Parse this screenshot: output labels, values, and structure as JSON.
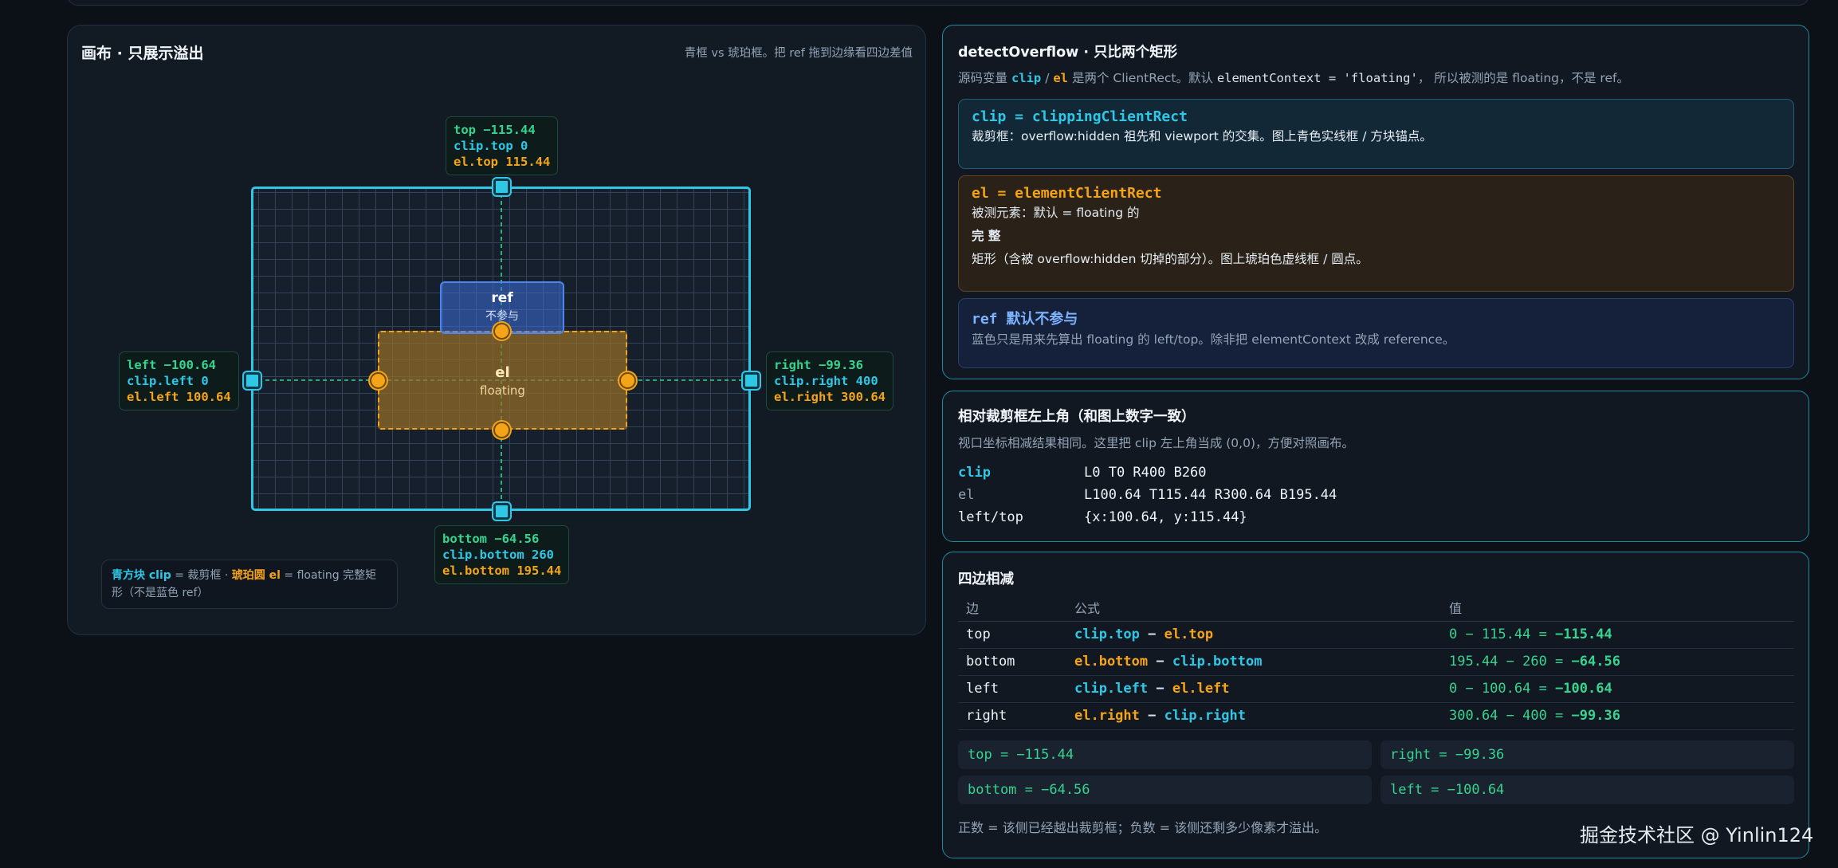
{
  "canvas": {
    "title": "画布 · 只展示溢出",
    "hint": "青框 vs 琥珀框。把 ref 拖到边缘看四边差值",
    "ref_label": "ref",
    "ref_sub": "不参与",
    "el_label": "el",
    "el_sub": "floating",
    "tags": {
      "top": [
        "top −115.44",
        "clip.top 0",
        "el.top 115.44"
      ],
      "left": [
        "left −100.64",
        "clip.left 0",
        "el.left 100.64"
      ],
      "right": [
        "right −99.36",
        "clip.right 400",
        "el.right 300.64"
      ],
      "bottom": [
        "bottom −64.56",
        "clip.bottom 260",
        "el.bottom 195.44"
      ]
    },
    "legend": {
      "cyan_label": "青方块 clip",
      "mid": " = 裁剪框 · ",
      "amber_label": "琥珀圆 el",
      "tail": " = floating 完整矩形（不是蓝色 ref）"
    }
  },
  "card1": {
    "title": "detectOverflow · 只比两个矩形",
    "sub_pre": "源码变量 ",
    "sub_clip": "clip",
    "sub_slash": " / ",
    "sub_el": "el",
    "sub_mid": " 是两个 ClientRect。默认 ",
    "sub_code": "elementContext = 'floating'",
    "sub_tail": "， 所以被测的是 floating，不是 ref。",
    "notes": [
      {
        "title": "clip = clippingClientRect",
        "lines": [
          "裁剪框：overflow:hidden 祖先和 viewport 的交集。图上青色实线框 / 方块锚点。"
        ]
      },
      {
        "title": "el = elementClientRect",
        "lines": [
          "被测元素：默认 = floating 的",
          "完 整",
          "矩形（含被 overflow:hidden 切掉的部分）。图上琥珀色虚线框 / 圆点。"
        ]
      },
      {
        "title": "ref 默认不参与",
        "lines": [
          "蓝色只是用来先算出 floating 的 left/top。除非把 elementContext 改成 reference。"
        ]
      }
    ]
  },
  "card2": {
    "title": "相对裁剪框左上角（和图上数字一致）",
    "sub": "视口坐标相减结果相同。这里把 clip 左上角当成 (0,0)，方便对照画布。",
    "rows": [
      {
        "k": "clip",
        "v": "L0 T0 R400 B260"
      },
      {
        "k": "el",
        "v": "L100.64 T115.44 R300.64 B195.44"
      },
      {
        "k": "left/top",
        "v": "{x:100.64, y:115.44}"
      }
    ]
  },
  "card3": {
    "title": "四边相减",
    "headers": [
      "边",
      "公式",
      "值"
    ],
    "rows": [
      {
        "side": "top",
        "a": "clip.top",
        "b": "el.top",
        "calc": "0 − 115.44 = ",
        "res": "−115.44"
      },
      {
        "side": "bottom",
        "a": "el.bottom",
        "b": "clip.bottom",
        "calc": "195.44 − 260 = ",
        "res": "−64.56"
      },
      {
        "side": "left",
        "a": "clip.left",
        "b": "el.left",
        "calc": "0 − 100.64 = ",
        "res": "−100.64"
      },
      {
        "side": "right",
        "a": "el.right",
        "b": "clip.right",
        "calc": "300.64 − 400 = ",
        "res": "−99.36"
      }
    ],
    "op": "−",
    "chips": [
      "top = −115.44",
      "right = −99.36",
      "bottom = −64.56",
      "left = −100.64"
    ],
    "footnote": "正数 = 该侧已经越出裁剪框；负数 = 该侧还剩多少像素才溢出。"
  },
  "watermark": "掘金技术社区 @ Yinlin124",
  "colors": {
    "cyan": "#2ec8e6",
    "amber": "#f5a418",
    "green": "#36d48e",
    "ref_blue": "#4c86f0"
  }
}
